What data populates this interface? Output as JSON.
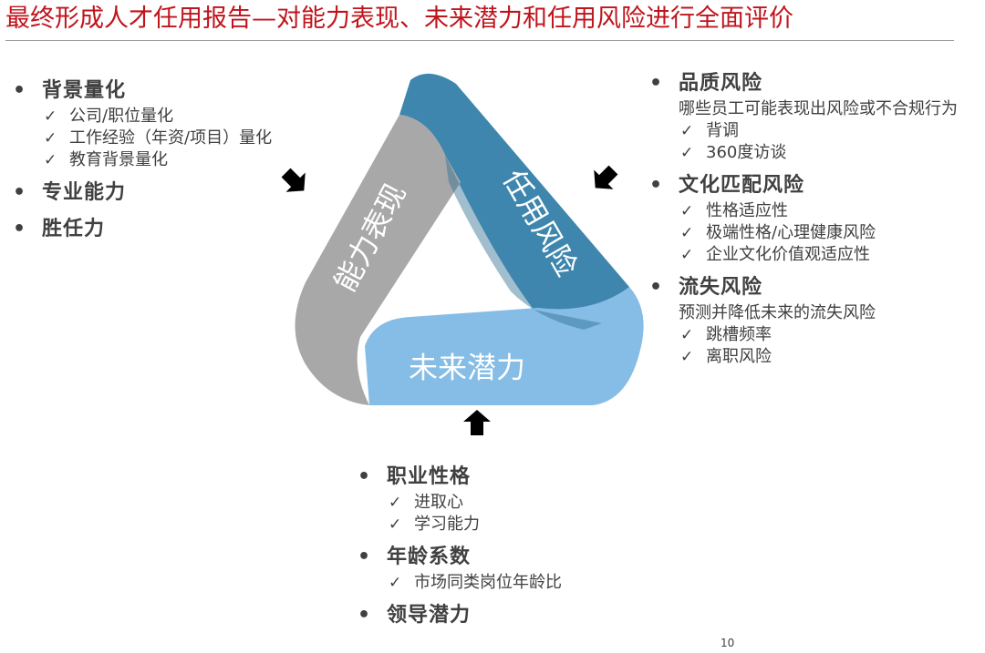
{
  "title": "最终形成人才任用报告—对能力表现、未来潜力和任用风险进行全面评价",
  "colors": {
    "title": "#c0141c",
    "gray_segment": "#a8a8a8",
    "dark_blue_segment": "#3e86ad",
    "light_blue_segment": "#85bde6",
    "arrow": "#000000"
  },
  "diagram": {
    "left_label": "能力表现",
    "right_label": "任用风险",
    "bottom_label": "未来潜力"
  },
  "left": {
    "sections": [
      {
        "title": "背景量化",
        "items": [
          "公司/职位量化",
          "工作经验（年资/项目）量化",
          "教育背景量化"
        ]
      },
      {
        "title": "专业能力"
      },
      {
        "title": "胜任力"
      }
    ]
  },
  "right": {
    "sections": [
      {
        "title": "品质风险",
        "desc": "哪些员工可能表现出风险或不合规行为",
        "items": [
          "背调",
          "360度访谈"
        ]
      },
      {
        "title": "文化匹配风险",
        "items": [
          "性格适应性",
          "极端性格/心理健康风险",
          "企业文化价值观适应性"
        ]
      },
      {
        "title": "流失风险",
        "desc": "预测并降低未来的流失风险",
        "items": [
          "跳槽频率",
          "离职风险"
        ]
      }
    ]
  },
  "bottom": {
    "sections": [
      {
        "title": "职业性格",
        "items": [
          "进取心",
          "学习能力"
        ]
      },
      {
        "title": "年龄系数",
        "items": [
          "市场同类岗位年龄比"
        ]
      },
      {
        "title": "领导潜力"
      }
    ]
  },
  "check_mark": "✓",
  "bullet_mark": "•",
  "page_number": "10"
}
